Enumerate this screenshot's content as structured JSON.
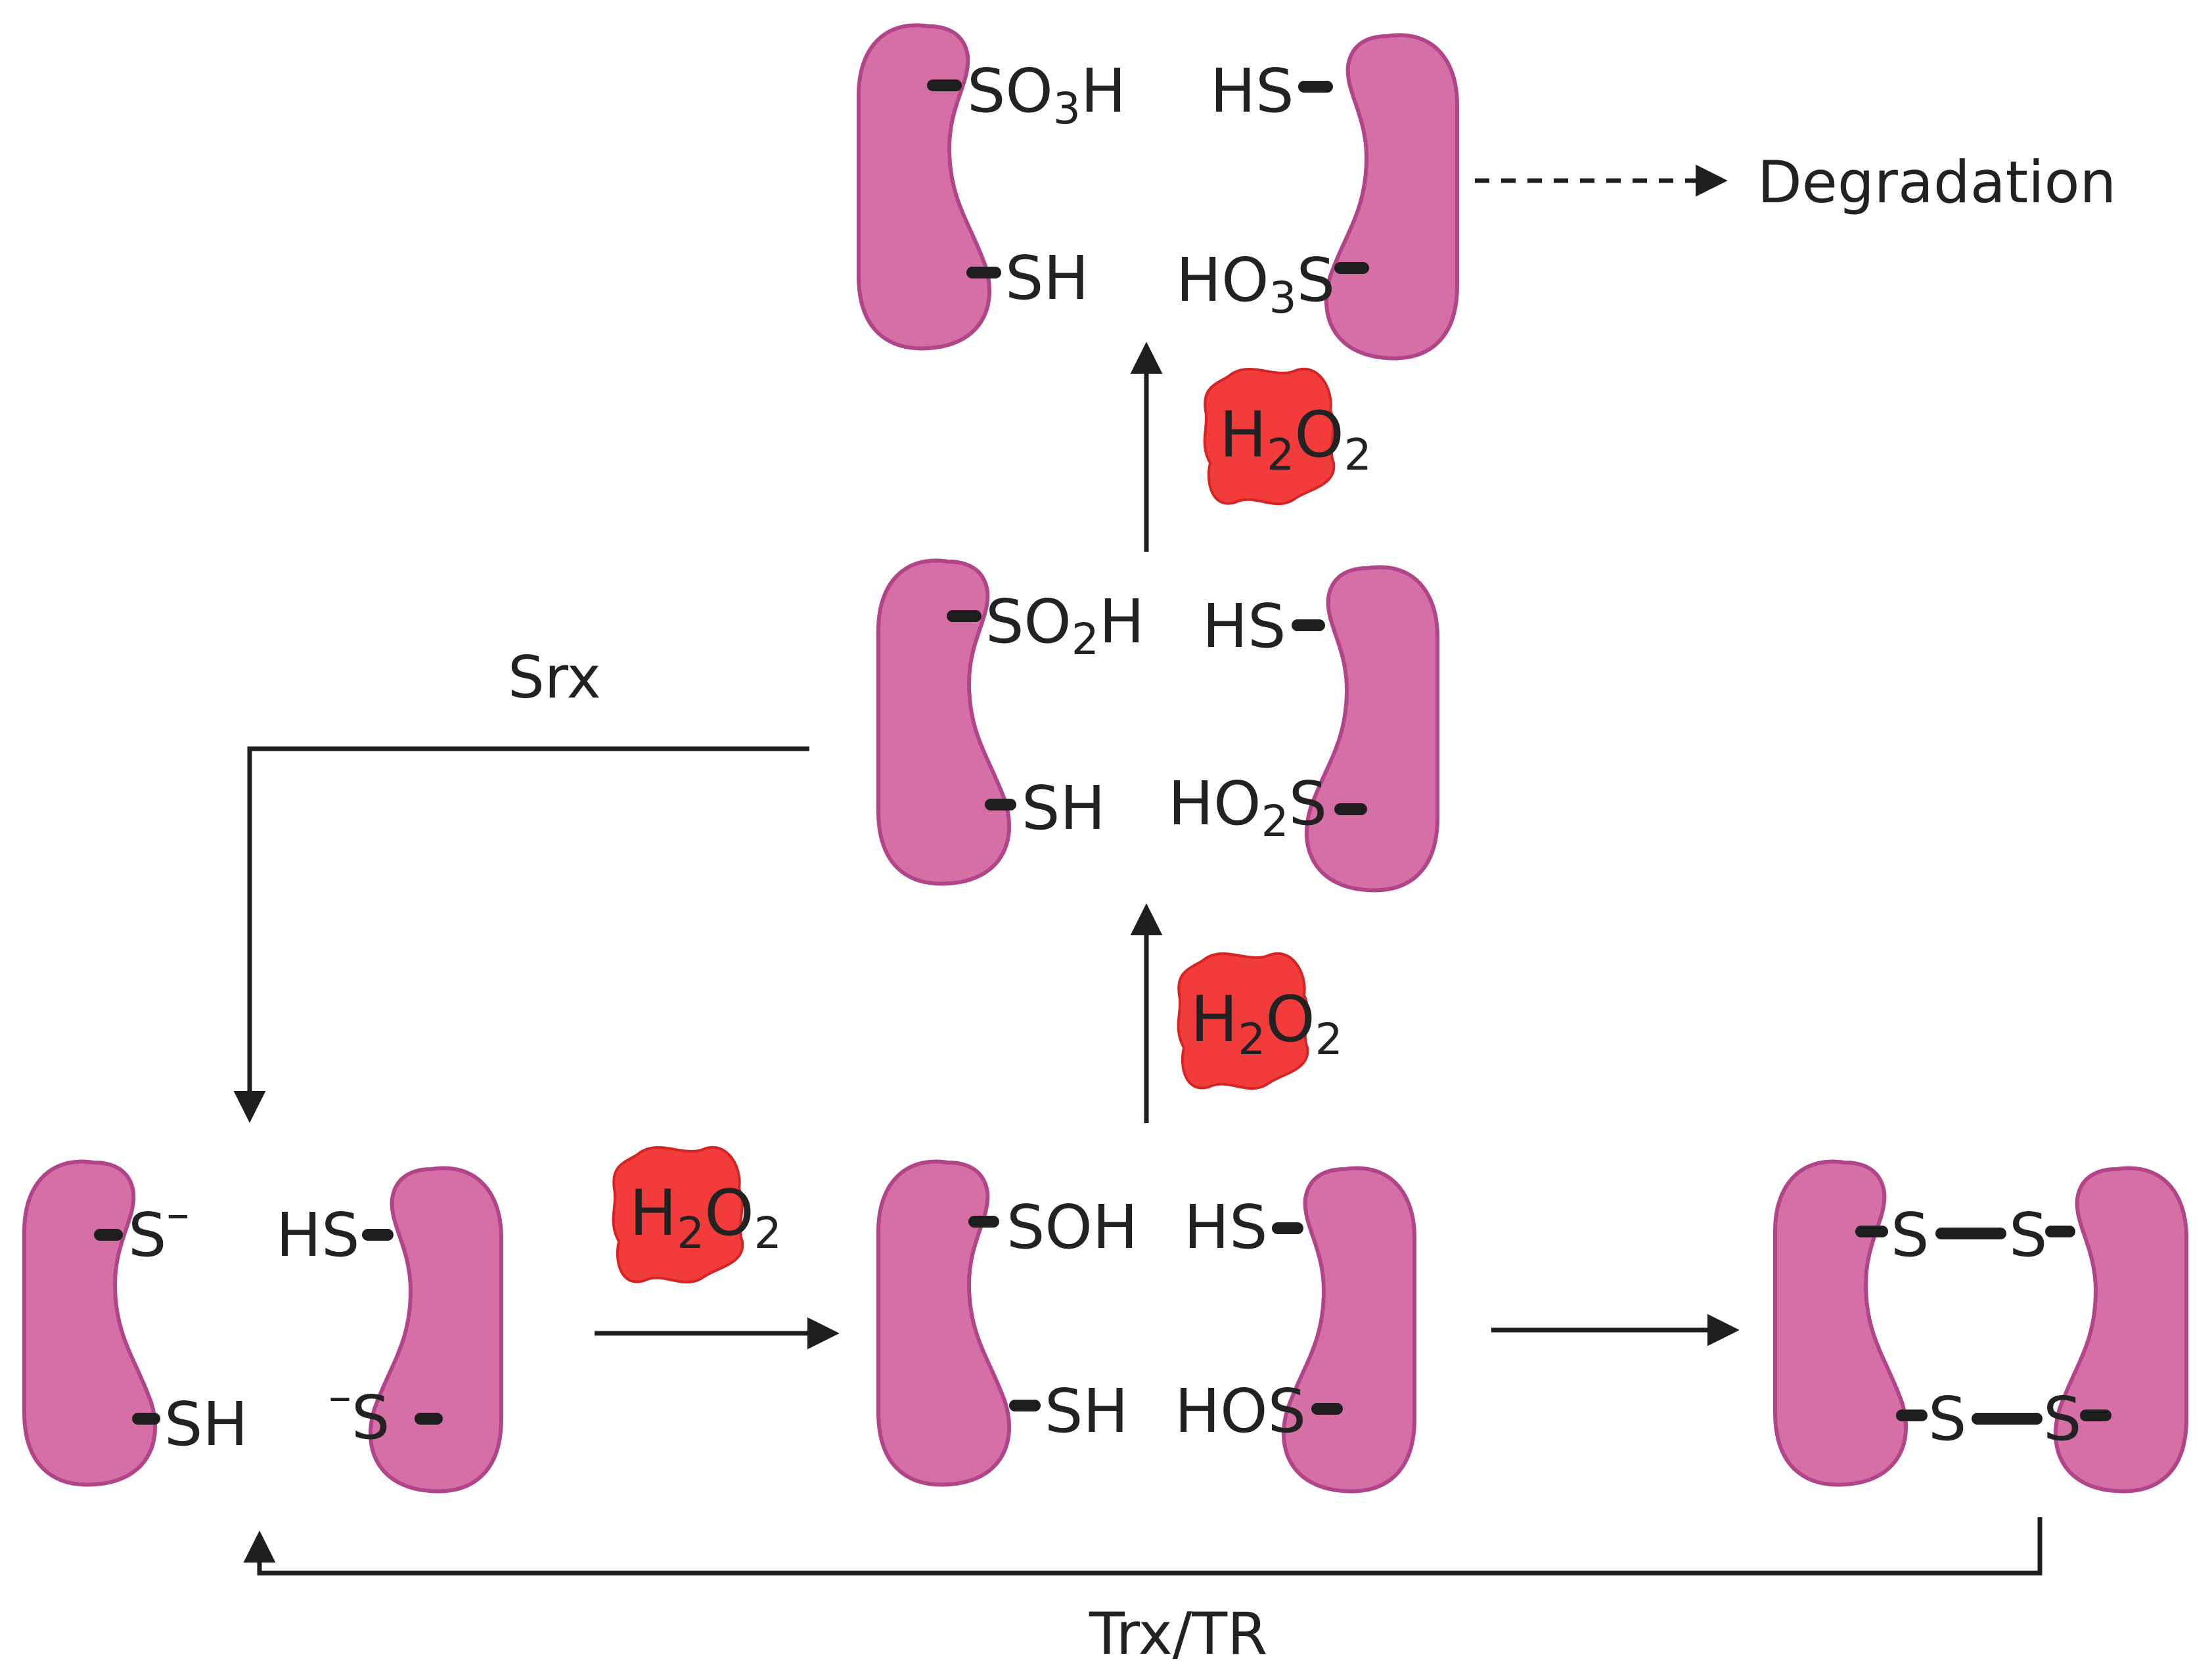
{
  "colors": {
    "protein_fill": "#d56fa5",
    "protein_stroke": "#b2448a",
    "h2o2_fill": "#f23b3b",
    "h2o2_stroke": "#d42424",
    "line": "#1e1e1e"
  },
  "groups": {
    "a": {
      "l_top": "S",
      "l_top_sup": "–",
      "l_bot": "SH",
      "r_top": "HS",
      "r_bot_pre": "–",
      "r_bot": "S"
    },
    "b": {
      "l_top": "SOH",
      "l_bot": "SH",
      "r_top": "HS",
      "r_bot": "HOS"
    },
    "c": {
      "l_top": "S",
      "l_bot": "S",
      "r_top": "S",
      "r_bot": "S"
    },
    "d": {
      "l_top_a": "SO",
      "l_top_sub": "2",
      "l_top_b": "H",
      "l_bot": "SH",
      "r_top": "HS",
      "r_bot_a": "HO",
      "r_bot_sub": "2",
      "r_bot_b": "S"
    },
    "e": {
      "l_top_a": "SO",
      "l_top_sub": "3",
      "l_top_b": "H",
      "l_bot": "SH",
      "r_top": "HS",
      "r_bot_a": "HO",
      "r_bot_sub": "3",
      "r_bot_b": "S"
    }
  },
  "h2o2": {
    "h": "H",
    "sub1": "2",
    "o": "O",
    "sub2": "2"
  },
  "labels": {
    "srx": "Srx",
    "trx_tr": "Trx/TR",
    "degradation": "Degradation"
  }
}
